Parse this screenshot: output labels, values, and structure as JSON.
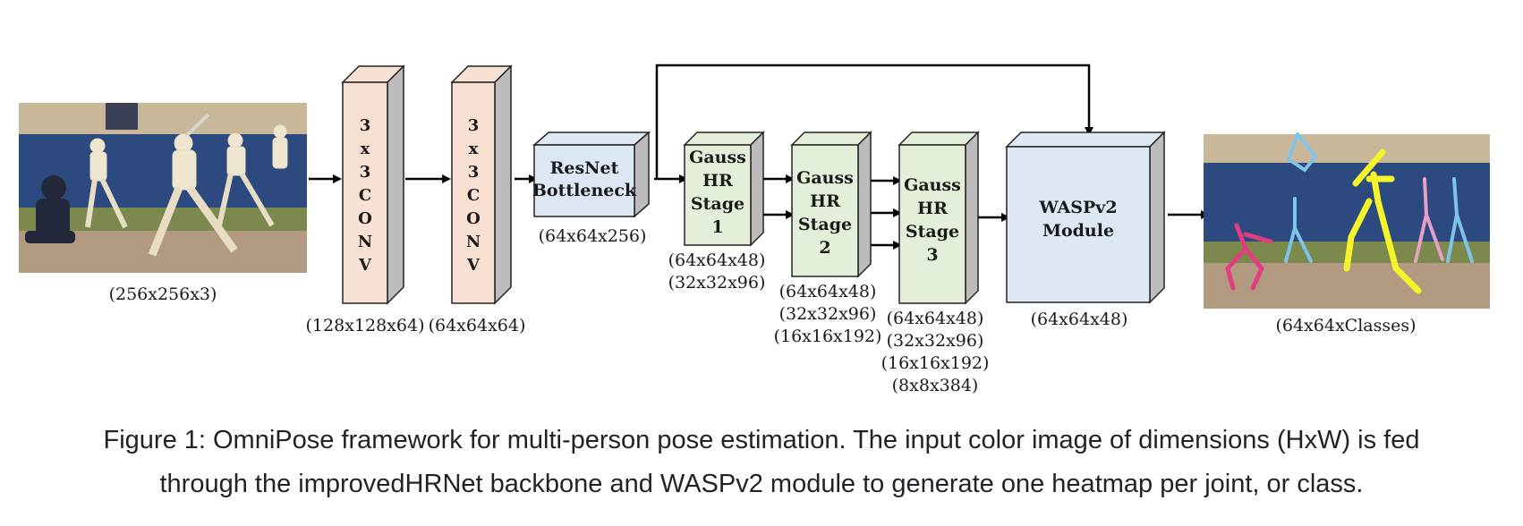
{
  "diagram": {
    "input_dims": "(256x256x3)",
    "conv1": {
      "label_chars": [
        "3",
        "x",
        "3",
        "C",
        "O",
        "N",
        "V"
      ],
      "dims": "(128x128x64)"
    },
    "conv2": {
      "label_chars": [
        "3",
        "x",
        "3",
        "C",
        "O",
        "N",
        "V"
      ],
      "dims": "(64x64x64)"
    },
    "resnet": {
      "line1": "ResNet",
      "line2": "Bottleneck",
      "dims": "(64x64x256)"
    },
    "stage1": {
      "lines": [
        "Gauss",
        "HR",
        "Stage",
        "1"
      ],
      "dims": [
        "(64x64x48)",
        "(32x32x96)"
      ]
    },
    "stage2": {
      "lines": [
        "Gauss",
        "HR",
        "Stage",
        "2"
      ],
      "dims": [
        "(64x64x48)",
        "(32x32x96)",
        "(16x16x192)"
      ]
    },
    "stage3": {
      "lines": [
        "Gauss",
        "HR",
        "Stage",
        "3"
      ],
      "dims": [
        "(64x64x48)",
        "(32x32x96)",
        "(16x16x192)",
        "(8x8x384)"
      ]
    },
    "wasp": {
      "line1": "WASPv2",
      "line2": "Module",
      "dims": "(64x64x48)"
    },
    "output_dims": "(64x64xClasses)"
  },
  "colors": {
    "conv": "#f8e1d2",
    "resnet": "#dde8f4",
    "stage": "#e3efd9",
    "wasp": "#dde8f4",
    "side": "#bcbcbc",
    "field_blue": "#2c4a80",
    "dirt": "#b19a80",
    "pose_yellow": "#f5f32a",
    "pose_pink": "#e23d7e",
    "pose_lightblue": "#7fc4e8"
  },
  "caption": {
    "line1": "Figure 1: OmniPose framework for multi-person pose estimation. The input color image of dimensions (HxW) is fed",
    "line2": "through the improvedHRNet backbone and WASPv2 module to generate one heatmap per joint, or class."
  }
}
